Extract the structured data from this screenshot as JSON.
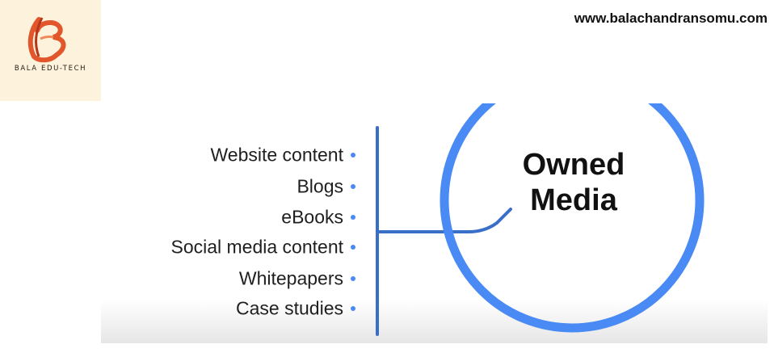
{
  "brand": {
    "logo_text": "BALA EDU-TECH",
    "url": "www.balachandransomu.com"
  },
  "diagram": {
    "title_line1": "Owned",
    "title_line2": "Media",
    "items": [
      "Website content",
      "Blogs",
      "eBooks",
      "Social media content",
      "Whitepapers",
      "Case studies"
    ],
    "accent": "#4a8af4"
  }
}
